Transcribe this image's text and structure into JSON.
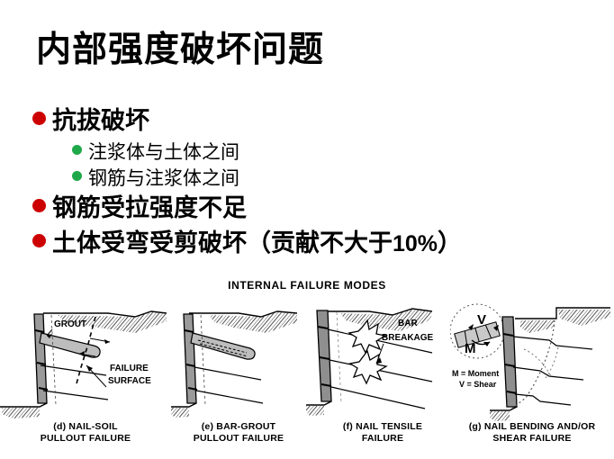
{
  "slide": {
    "title": "内部强度破坏问题"
  },
  "bullets": [
    {
      "level": 1,
      "marker": "red-dot",
      "text": "抗拔破坏"
    },
    {
      "level": 2,
      "marker": "green-dot",
      "text": "注浆体与土体之间"
    },
    {
      "level": 2,
      "marker": "green-dot",
      "text": "钢筋与注浆体之间"
    },
    {
      "level": 1,
      "marker": "red-dot",
      "text": "钢筋受拉强度不足"
    },
    {
      "level": 1,
      "marker": "red-dot",
      "text_before": "土体受弯受剪破坏（贡献不大于",
      "text_emphasis": "10%",
      "text_after": "）"
    }
  ],
  "figure": {
    "heading": "INTERNAL FAILURE MODES",
    "panels": [
      {
        "id": "d",
        "caption_line1": "(d)  NAIL-SOIL",
        "caption_line2": "PULLOUT FAILURE",
        "labels": {
          "grout": "GROUT",
          "failure_line1": "FAILURE",
          "failure_line2": "SURFACE"
        }
      },
      {
        "id": "e",
        "caption_line1": "(e)  BAR-GROUT",
        "caption_line2": "PULLOUT FAILURE",
        "labels": {}
      },
      {
        "id": "f",
        "caption_line1": "(f) NAIL TENSILE",
        "caption_line2": "FAILURE",
        "labels": {
          "bar_line1": "BAR",
          "bar_line2": "BREAKAGE"
        }
      },
      {
        "id": "g",
        "caption_line1": "(g) NAIL BENDING AND/OR",
        "caption_line2": "SHEAR FAILURE",
        "labels": {
          "v_symbol": "V",
          "m_symbol": "M",
          "moment_legend": "M = Moment",
          "shear_legend": "V = Shear"
        }
      }
    ]
  },
  "colors": {
    "bullet_level1": "#CC0000",
    "bullet_level2": "#1FA84A",
    "text": "#000000",
    "background": "#FFFFFF",
    "wall_fill": "#9A9A9A",
    "grout_fill": "#BDBDBD"
  }
}
